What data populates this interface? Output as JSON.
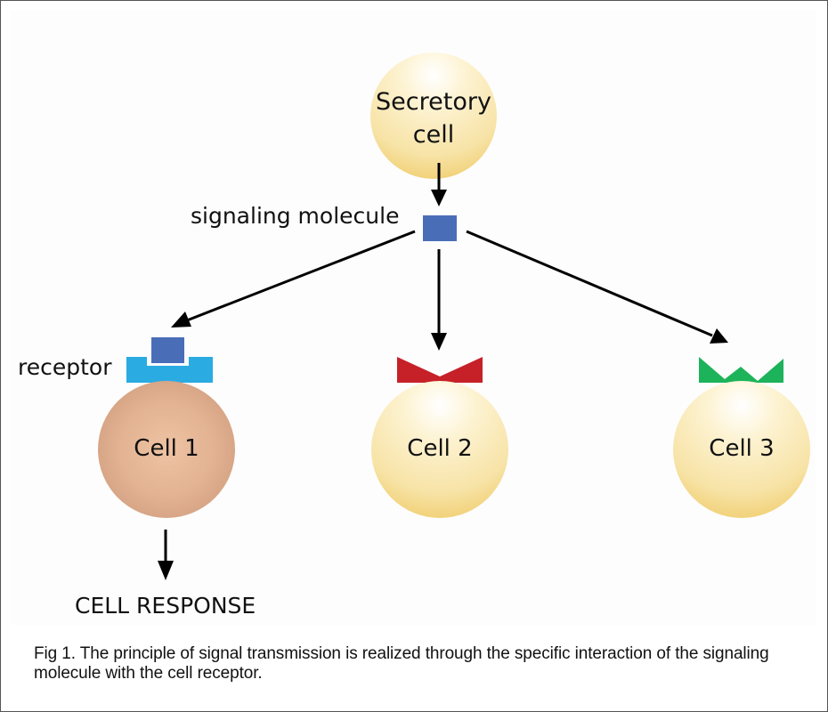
{
  "diagram": {
    "secretory_cell": {
      "label_line1": "Secretory",
      "label_line2": "cell"
    },
    "signaling_molecule": {
      "label": "signaling molecule",
      "color": "#4a6db8"
    },
    "receptor_label": "receptor",
    "cells": [
      {
        "label": "Cell 1",
        "receptor_color": "#2aabe2",
        "receptor_shape": "notch-square",
        "fill": "#e2b08f",
        "binds": true
      },
      {
        "label": "Cell 2",
        "receptor_color": "#c62128",
        "receptor_shape": "v-notch",
        "fill": "#f5dc95",
        "binds": false
      },
      {
        "label": "Cell 3",
        "receptor_color": "#1db35a",
        "receptor_shape": "w-notch",
        "fill": "#f5dc95",
        "binds": false
      }
    ],
    "response_label": "CELL RESPONSE",
    "colors": {
      "secretory_fill": "#f5dc95",
      "arrow": "#000000"
    }
  },
  "caption": "Fig 1. The principle of signal transmission is realized through the specific interaction of the signaling molecule with the cell receptor."
}
